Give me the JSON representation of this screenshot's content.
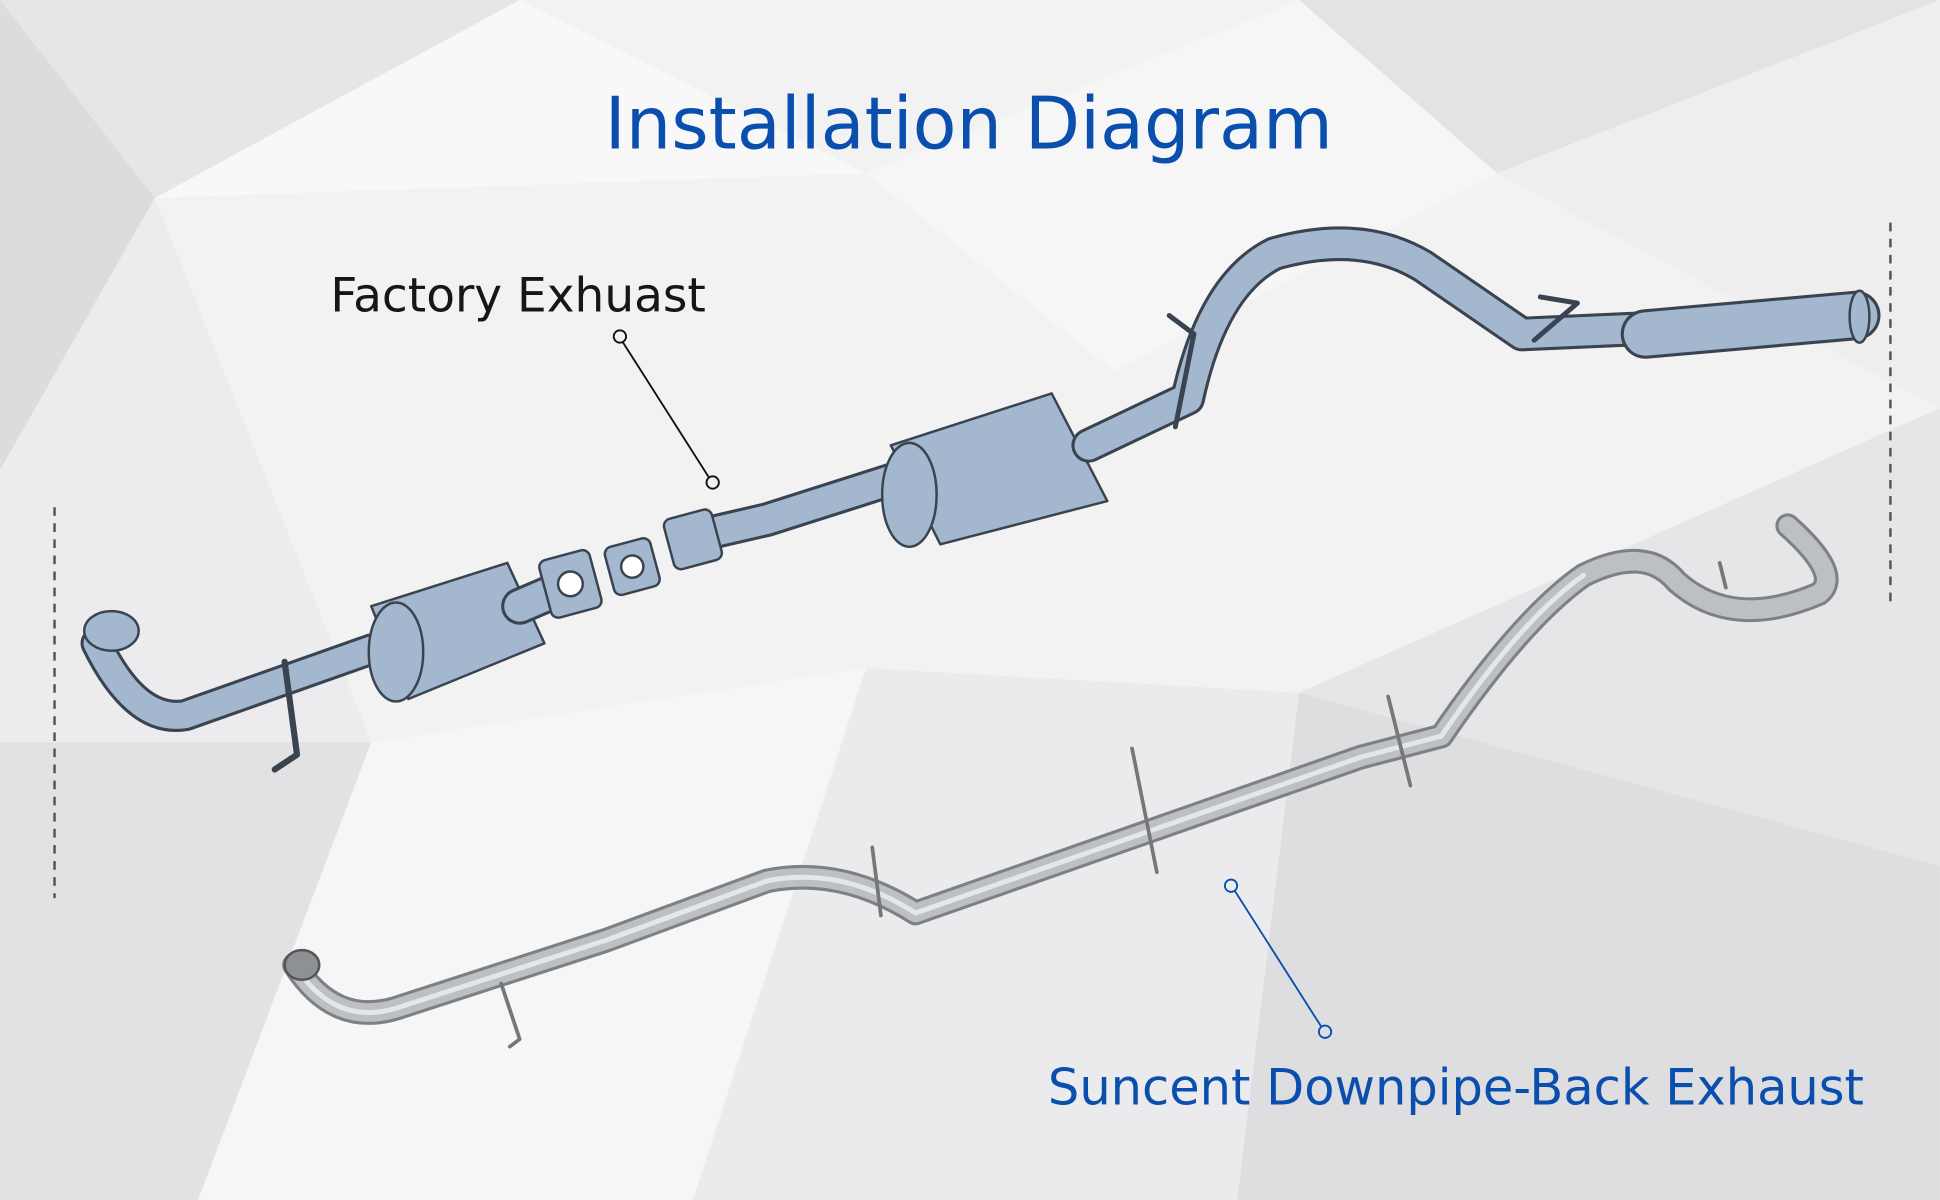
{
  "title": "Installation Diagram",
  "labels": {
    "factory": "Factory Exhuast",
    "suncent": "Suncent Downpipe-Back Exhaust"
  },
  "colors": {
    "title": "#0b4fae",
    "factory_part": "#a3b8cf",
    "suncent_part": "#b9bcbf",
    "outline": "#3a4450"
  }
}
